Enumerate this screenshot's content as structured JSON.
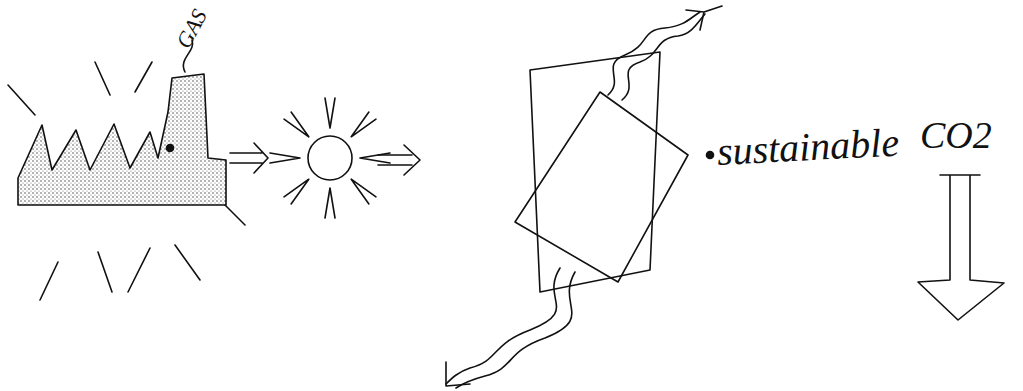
{
  "diagram": {
    "labels": [
      "GAS",
      "sustainable",
      "CO2"
    ]
  }
}
